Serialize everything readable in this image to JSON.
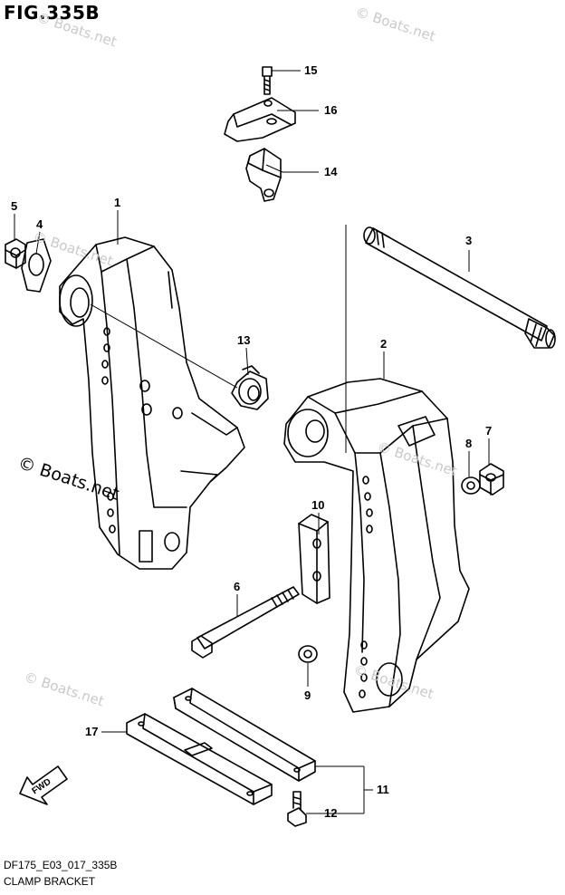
{
  "figure": {
    "title": "FIG.335B",
    "code": "DF175_E03_017_335B",
    "caption": "CLAMP BRACKET"
  },
  "watermark": {
    "text": "© Boats.net",
    "main_text": "© Boats.net",
    "color": "#c9c9c9"
  },
  "callouts": [
    "1",
    "2",
    "3",
    "4",
    "5",
    "6",
    "7",
    "8",
    "9",
    "10",
    "11",
    "12",
    "13",
    "14",
    "15",
    "16",
    "17"
  ],
  "fwd_label": "FWD"
}
